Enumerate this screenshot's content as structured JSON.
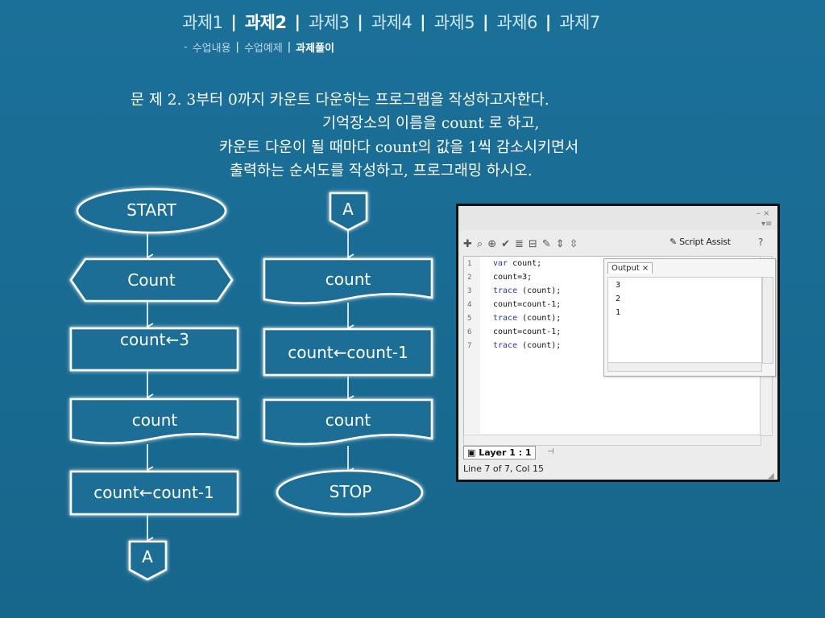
{
  "nav": {
    "tabs": [
      "과제1",
      "과제2",
      "과제3",
      "과제4",
      "과제5",
      "과제6",
      "과제7"
    ],
    "active_tab": 1,
    "separator": "|",
    "sub_dash": "-",
    "sub_items": [
      "수업내용",
      "수업예제",
      "과제풀이"
    ],
    "active_sub": 2
  },
  "problem": {
    "line1": "문 제 2. 3부터 0까지 카운트 다운하는 프로그램을 작성하고자한다.",
    "line2": "기억장소의 이름을 count 로 하고,",
    "line3": "카운트 다운이 될 때마다 count의 값을 1씩 감소시키면서",
    "line4": "출력하는 순서도를 작성하고, 프로그래밍 하시오."
  },
  "flowchart": {
    "left": {
      "start": "START",
      "prep": "Count",
      "assign": "count←3",
      "output": "count",
      "decrement": "count←count-1",
      "connector": "A"
    },
    "right": {
      "connector": "A",
      "output1": "count",
      "decrement": "count←count-1",
      "output2": "count",
      "stop": "STOP"
    }
  },
  "editor": {
    "script_assist_label": "Script Assist",
    "line_numbers": [
      "1",
      "2",
      "3",
      "4",
      "5",
      "6",
      "7"
    ],
    "code_lines": [
      {
        "kw": "var",
        "rest": " count;"
      },
      {
        "kw": "",
        "rest": "count=3;"
      },
      {
        "kw": "trace",
        "rest": " (count);"
      },
      {
        "kw": "",
        "rest": "count=count-1;"
      },
      {
        "kw": "trace",
        "rest": " (count);"
      },
      {
        "kw": "",
        "rest": "count=count-1;"
      },
      {
        "kw": "trace",
        "rest": " (count);"
      }
    ],
    "output_panel": {
      "tab_label": "Output ×",
      "lines": [
        "3",
        "2",
        "1"
      ]
    },
    "layer_tab_label": "Layer 1 : 1",
    "status_text": "Line 7 of 7, Col 15"
  },
  "colors": {
    "background": "#1a6e96",
    "shape_stroke": "#ffffff",
    "keyword": "#2233bb"
  }
}
